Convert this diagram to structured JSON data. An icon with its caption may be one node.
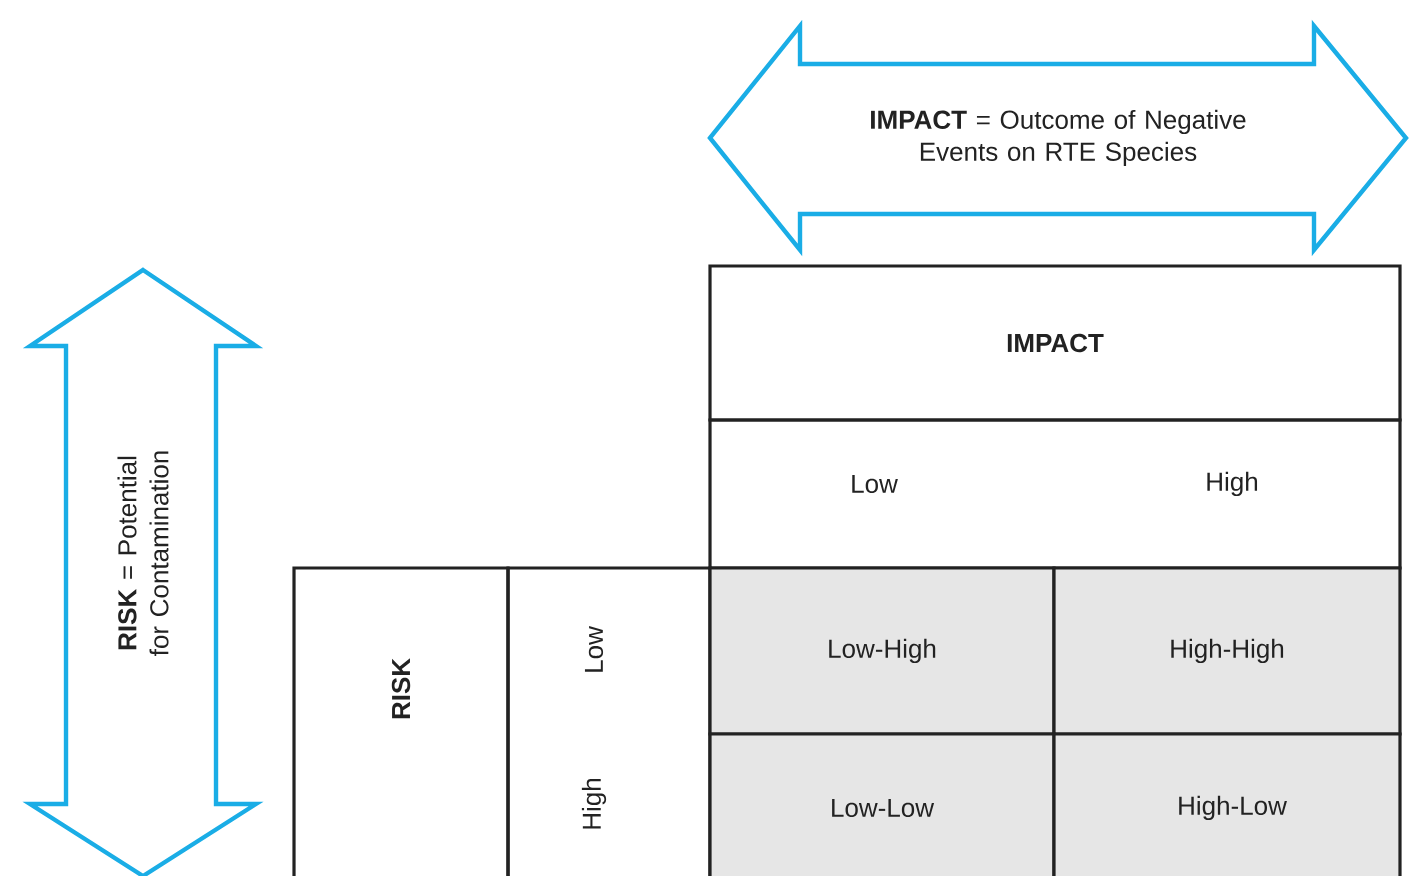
{
  "diagram": {
    "nodes": [
      {
        "text": [
          "**IMPACT** = Outcome of Negative Events on RTE Species"
        ]
      },
      {
        "text": [
          "**RISK** = Potential for Contamination"
        ]
      },
      {
        "text": [
          "IMPACT"
        ]
      },
      {
        "text": [
          "Low",
          "High"
        ]
      },
      {
        "text": [
          "RISK"
        ]
      },
      {
        "text": [
          "Low",
          "High"
        ]
      },
      {
        "text": [
          "Low-High"
        ]
      },
      {
        "text": [
          "High-High"
        ]
      },
      {
        "text": [
          "Low-Low"
        ]
      },
      {
        "text": [
          "High-Low"
        ]
      }
    ]
  }
}
